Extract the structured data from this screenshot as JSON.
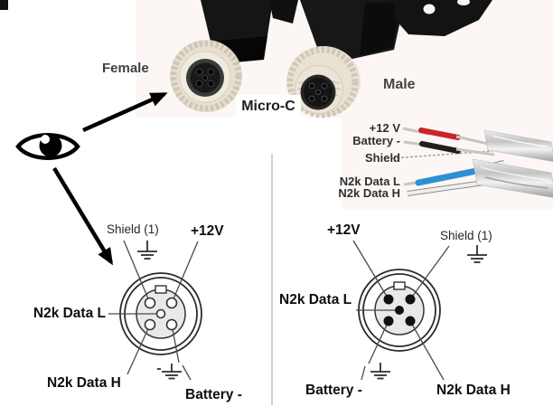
{
  "photo": {
    "female_label": "Female",
    "male_label": "Male",
    "connector_type": "Micro-C"
  },
  "cable_wires": {
    "power": "+12 V",
    "battery": "Battery -",
    "shield": "Shield",
    "data_l": "N2k Data L",
    "data_h": "N2k Data H"
  },
  "female_pinout": {
    "shield": "Shield (1)",
    "power": "+12V",
    "data_l": "N2k Data L",
    "data_h": "N2k Data H",
    "battery": "Battery -"
  },
  "male_pinout": {
    "power": "+12V",
    "shield": "Shield (1)",
    "data_l": "N2k Data L",
    "battery": "Battery -",
    "data_h": "N2k Data H"
  },
  "colors": {
    "wire_power_sleeve": "#c8252c",
    "wire_battery_sleeve": "#1f1f1f",
    "wire_data_l_sleeve": "#2e8fd5",
    "wire_plain": "#c6c6c2",
    "foil_shield": "#c6c6c6",
    "pinout_disc_fill": "#e9e9e9",
    "divider": "#cfcfcf"
  }
}
